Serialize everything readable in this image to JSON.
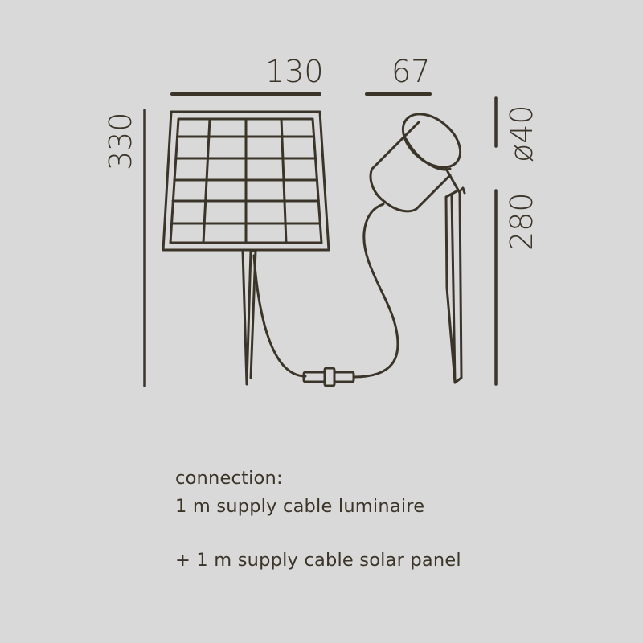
{
  "dimensions": {
    "panel_width": "130",
    "luminaire_width": "67",
    "total_height": "330",
    "diameter": "ø40",
    "stake_height": "280"
  },
  "colors": {
    "background": "#d9d9d9",
    "line": "#3b3428"
  },
  "notes": {
    "heading": "connection:",
    "line1": "1 m supply cable luminaire",
    "line2": "+ 1 m supply cable solar panel"
  }
}
